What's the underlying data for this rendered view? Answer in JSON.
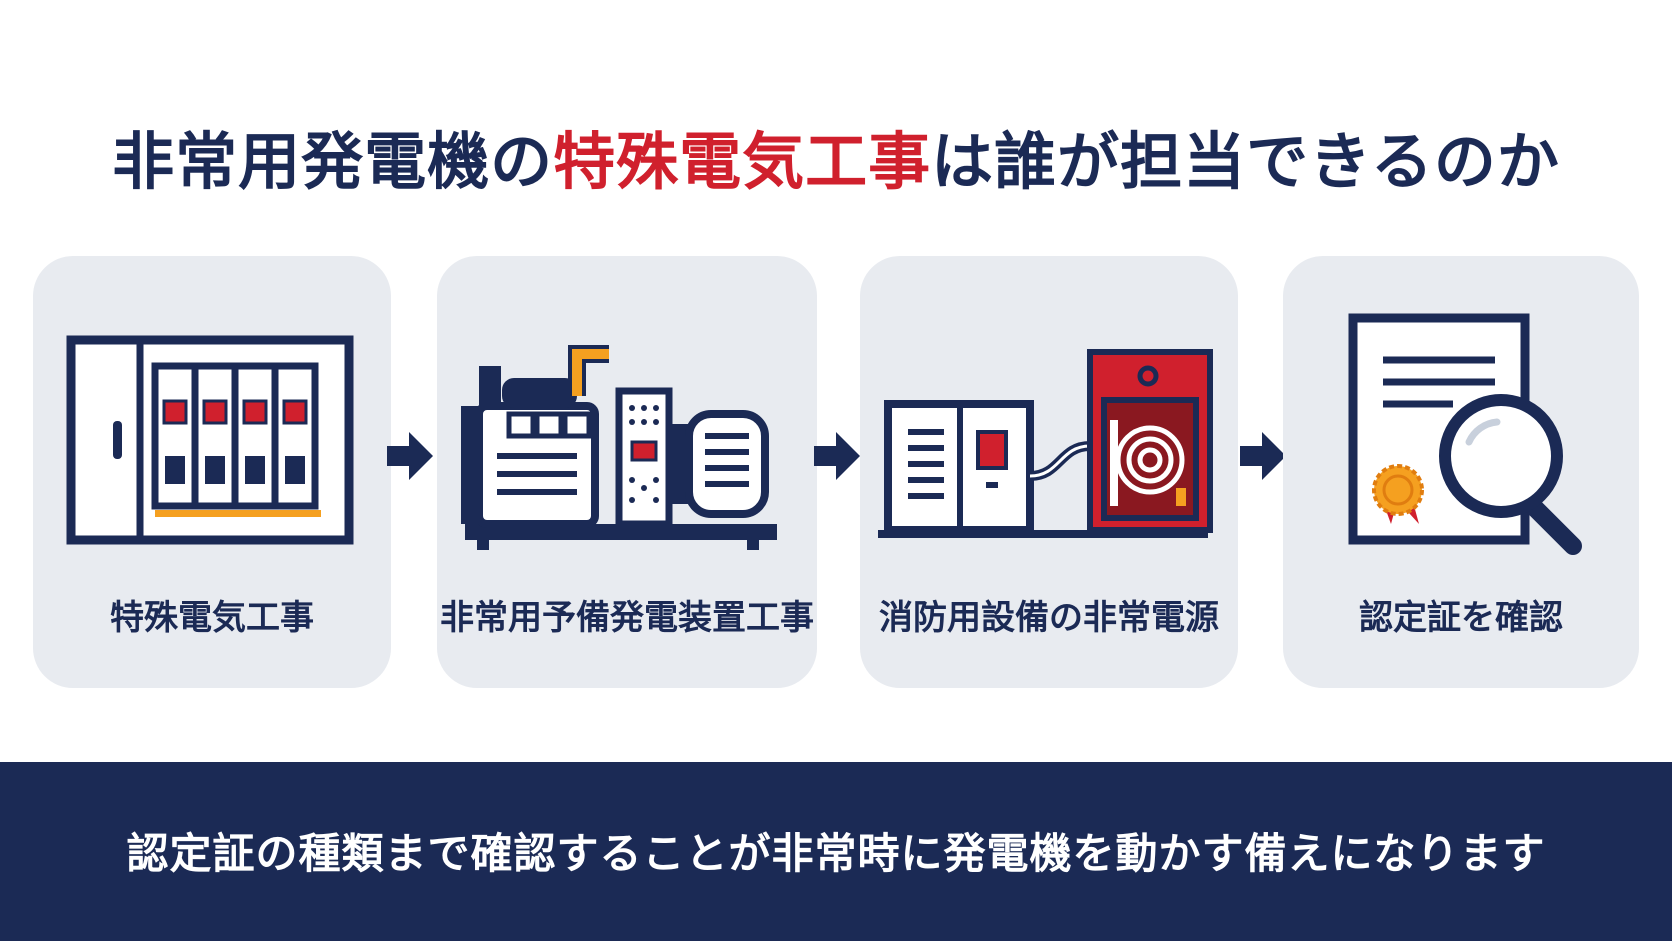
{
  "title": {
    "prefix": "非常用発電機の",
    "highlight": "特殊電気工事",
    "suffix": "は誰が担当できるのか"
  },
  "colors": {
    "navy": "#1b2a55",
    "red": "#d0202d",
    "orange": "#f5a020",
    "card_bg": "#e8ebf0"
  },
  "steps": [
    {
      "label": "特殊電気工事",
      "icon": "switchboard-icon"
    },
    {
      "label": "非常用予備発電装置工事",
      "icon": "generator-icon"
    },
    {
      "label": "消防用設備の非常電源",
      "icon": "fire-hose-cabinet-icon"
    },
    {
      "label": "認定証を確認",
      "icon": "certificate-magnifier-icon"
    }
  ],
  "banner": {
    "text": "認定証の種類まで確認することが非常時に発電機を動かす備えになります"
  }
}
